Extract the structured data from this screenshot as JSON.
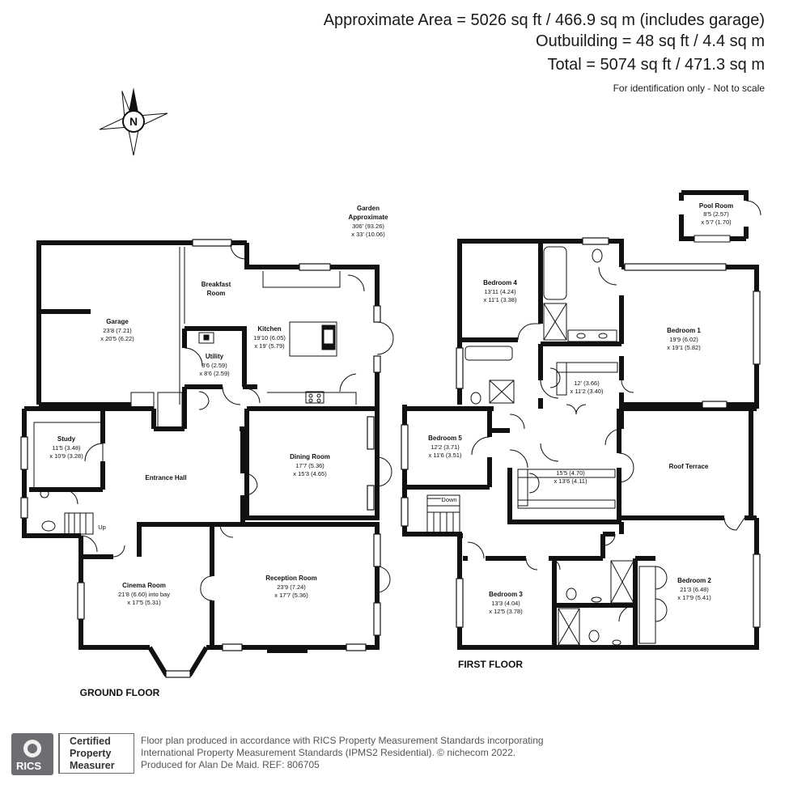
{
  "header": {
    "area": "Approximate Area = 5026 sq ft / 466.9 sq m (includes garage)",
    "outbuilding": "Outbuilding = 48 sq ft / 4.4 sq m",
    "total": "Total = 5074 sq ft / 471.3 sq m",
    "note": "For identification only - Not to scale"
  },
  "compass": {
    "label": "N"
  },
  "garden": {
    "name": "Garden",
    "name2": "Approximate",
    "dim1": "306' (93.26)",
    "dim2": "x 33' (10.06)"
  },
  "ground_floor": {
    "label": "GROUND FLOOR",
    "rooms": {
      "garage": {
        "name": "Garage",
        "dim1": "23'8 (7.21)",
        "dim2": "x 20'5 (6.22)"
      },
      "breakfast": {
        "name": "Breakfast",
        "name2": "Room"
      },
      "kitchen": {
        "name": "Kitchen",
        "dim1": "19'10 (6.05)",
        "dim2": "x 19' (5.79)"
      },
      "utility": {
        "name": "Utility",
        "dim1": "8'6 (2.59)",
        "dim2": "x 8'6 (2.59)"
      },
      "study": {
        "name": "Study",
        "dim1": "11'5 (3.48)",
        "dim2": "x 10'9 (3.28)"
      },
      "entrance": {
        "name": "Entrance Hall"
      },
      "dining": {
        "name": "Dining Room",
        "dim1": "17'7 (5.36)",
        "dim2": "x 15'3 (4.65)"
      },
      "cinema": {
        "name": "Cinema Room",
        "dim1": "21'8 (6.60) into bay",
        "dim2": "x 17'5 (5.31)"
      },
      "reception": {
        "name": "Reception Room",
        "dim1": "23'9 (7.24)",
        "dim2": "x 17'7 (5.36)"
      }
    },
    "stairs_label": "Up"
  },
  "first_floor": {
    "label": "FIRST FLOOR",
    "rooms": {
      "bedroom4": {
        "name": "Bedroom 4",
        "dim1": "13'11 (4.24)",
        "dim2": "x 11'1 (3.38)"
      },
      "bedroom1": {
        "name": "Bedroom 1",
        "dim1": "19'9 (6.02)",
        "dim2": "x 19'1 (5.82)"
      },
      "dressing": {
        "dim1": "12' (3.66)",
        "dim2": "x 11'2 (3.40)"
      },
      "bedroom5": {
        "name": "Bedroom 5",
        "dim1": "12'2 (3.71)",
        "dim2": "x 11'6 (3.51)"
      },
      "landing": {
        "dim1": "15'5 (4.70)",
        "dim2": "x 13'6 (4.11)"
      },
      "terrace": {
        "name": "Roof Terrace"
      },
      "bedroom3": {
        "name": "Bedroom 3",
        "dim1": "13'3 (4.04)",
        "dim2": "x 12'5 (3.78)"
      },
      "bedroom2": {
        "name": "Bedroom 2",
        "dim1": "21'3 (6.48)",
        "dim2": "x 17'9 (5.41)"
      }
    },
    "stairs_label": "Down"
  },
  "pool_room": {
    "name": "Pool Room",
    "dim1": "8'5 (2.57)",
    "dim2": "x 5'7 (1.70)"
  },
  "badge": {
    "logo": "RICS",
    "line1": "Certified",
    "line2": "Property",
    "line3": "Measurer"
  },
  "footer": {
    "line1": "Floor plan produced in accordance with RICS Property Measurement Standards incorporating",
    "line2": "International Property Measurement Standards (IPMS2 Residential).  © nichecom 2022.",
    "line3": "Produced for Alan De Maid.   REF: 806705"
  },
  "colors": {
    "wall": "#111111",
    "text": "#111111",
    "badge_grey": "#6d6e71"
  }
}
